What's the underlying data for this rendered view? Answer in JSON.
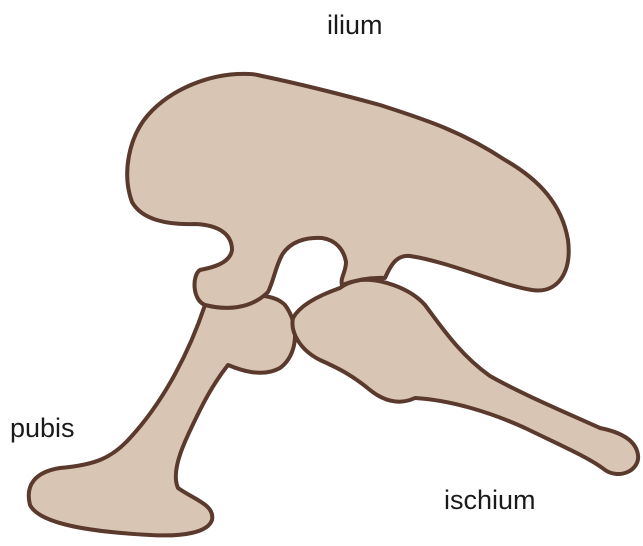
{
  "labels": {
    "ilium": "ilium",
    "pubis": "pubis",
    "ischium": "ischium"
  },
  "colors": {
    "bone_fill": "#d8c5b4",
    "bone_outline": "#5b3a2e",
    "label_text": "#1a1a1a",
    "background": "#ffffff"
  }
}
